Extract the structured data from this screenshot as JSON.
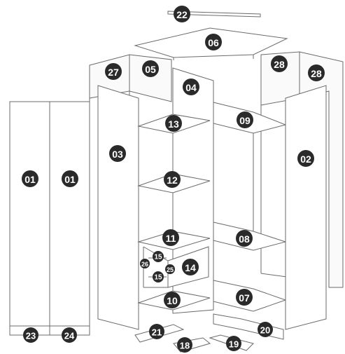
{
  "diagram": {
    "parts": {
      "p01a": "01",
      "p01b": "01",
      "p02": "02",
      "p03": "03",
      "p04": "04",
      "p05": "05",
      "p06": "06",
      "p07": "07",
      "p08": "08",
      "p09": "09",
      "p10": "10",
      "p11": "11",
      "p12": "12",
      "p13": "13",
      "p14": "14",
      "p15a": "15",
      "p15b": "15",
      "p18": "18",
      "p19": "19",
      "p20": "20",
      "p21": "21",
      "p22": "22",
      "p23": "23",
      "p24": "24",
      "p25": "25",
      "p26": "26",
      "p27": "27",
      "p28a": "28",
      "p28b": "28"
    },
    "colors": {
      "badge_fill": "#2a2a2a",
      "badge_text": "#ffffff",
      "outline": "#6b6b6b"
    }
  }
}
